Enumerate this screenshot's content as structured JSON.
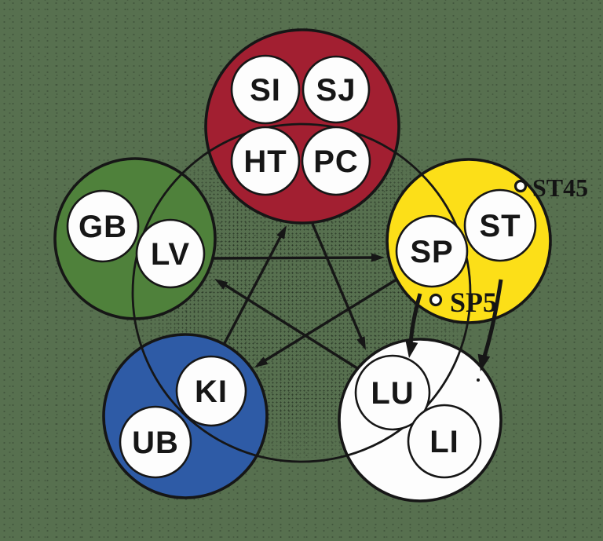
{
  "diagram": {
    "background_color": "#57704F",
    "line_color": "#161616"
  },
  "elements": {
    "fire": {
      "color": "#A21F31",
      "organs": [
        "SI",
        "SJ",
        "HT",
        "PC"
      ]
    },
    "earth": {
      "color": "#FCDF18",
      "organs": [
        "SP",
        "ST"
      ]
    },
    "metal": {
      "color": "#FDFDFD",
      "organs": [
        "LU",
        "LI"
      ]
    },
    "water": {
      "color": "#2E5BA6",
      "organs": [
        "KI",
        "UB"
      ]
    },
    "wood": {
      "color": "#4F813B",
      "organs": [
        "GB",
        "LV"
      ]
    }
  },
  "acupoints": {
    "st45": {
      "label": "ST45"
    },
    "sp5": {
      "label": "SP5"
    }
  }
}
